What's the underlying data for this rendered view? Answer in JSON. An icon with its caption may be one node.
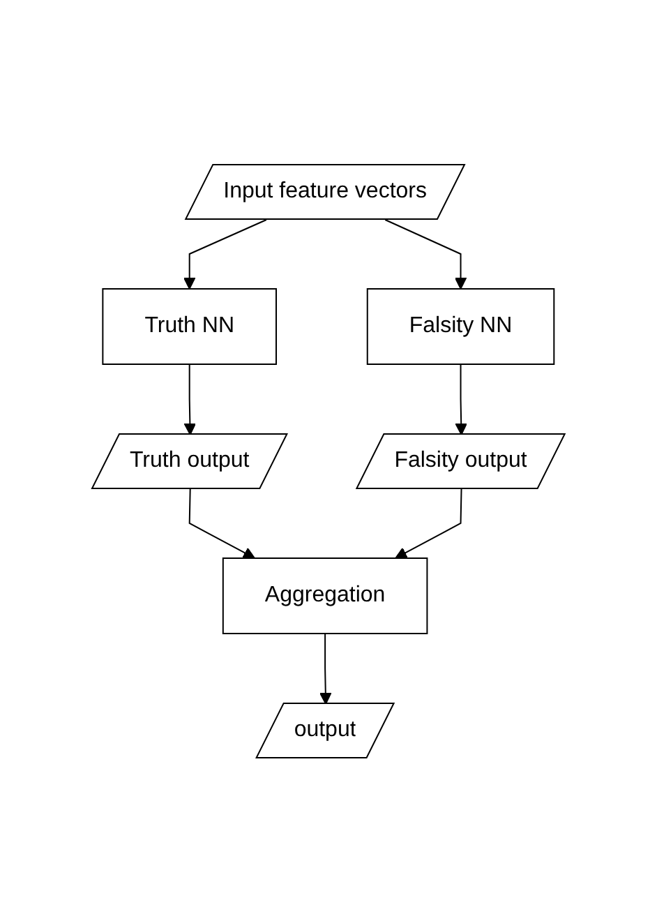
{
  "diagram": {
    "nodes": [
      {
        "text": [
          "Input feature vectors"
        ]
      },
      {
        "text": [
          "Truth NN"
        ]
      },
      {
        "text": [
          "Falsity NN"
        ]
      },
      {
        "text": [
          "Truth output"
        ]
      },
      {
        "text": [
          "Falsity output"
        ]
      },
      {
        "text": [
          "Aggregation"
        ]
      },
      {
        "text": [
          "output"
        ]
      }
    ],
    "edges": [
      {
        "from": 0,
        "to": 1,
        "arrow": "to"
      },
      {
        "from": 0,
        "to": 2,
        "arrow": "to"
      },
      {
        "from": 1,
        "to": 3,
        "arrow": "to"
      },
      {
        "from": 2,
        "to": 4,
        "arrow": "to"
      },
      {
        "from": 3,
        "to": 5,
        "arrow": "to"
      },
      {
        "from": 4,
        "to": 5,
        "arrow": "to"
      },
      {
        "from": 5,
        "to": 6,
        "arrow": "to"
      }
    ]
  }
}
